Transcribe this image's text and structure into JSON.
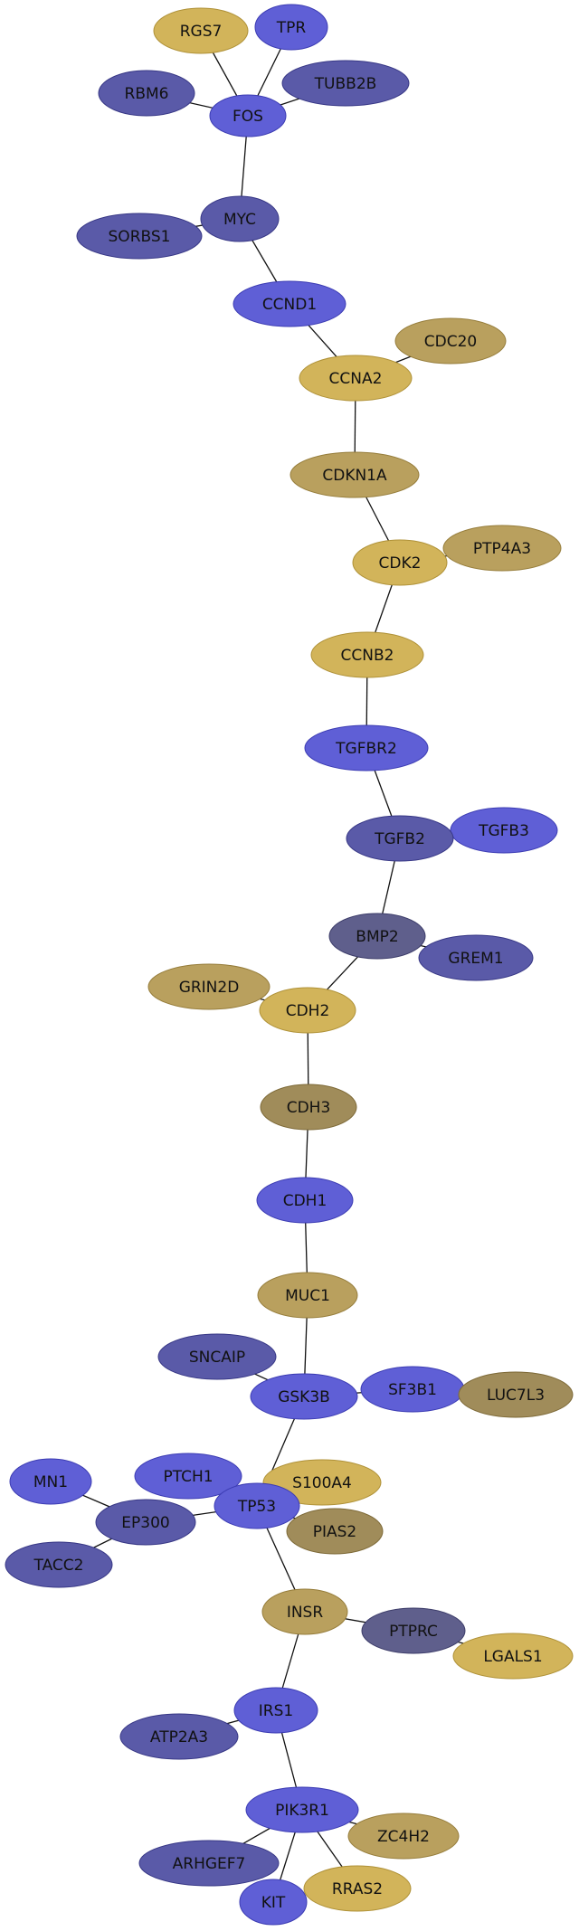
{
  "colors": {
    "blue": "#5f5fd6",
    "blue_dark": "#5a5aa8",
    "navy": "#5f5f8c",
    "gold": "#d2b45a",
    "khaki": "#b9a05e",
    "olive": "#a08c5a",
    "edge": "#111111"
  },
  "nodes": [
    {
      "id": "RGS7",
      "label": "RGS7",
      "color": "gold"
    },
    {
      "id": "TPR",
      "label": "TPR",
      "color": "blue"
    },
    {
      "id": "RBM6",
      "label": "RBM6",
      "color": "blue_dark"
    },
    {
      "id": "TUBB2B",
      "label": "TUBB2B",
      "color": "blue_dark"
    },
    {
      "id": "FOS",
      "label": "FOS",
      "color": "blue"
    },
    {
      "id": "MYC",
      "label": "MYC",
      "color": "blue_dark"
    },
    {
      "id": "SORBS1",
      "label": "SORBS1",
      "color": "blue_dark"
    },
    {
      "id": "CCND1",
      "label": "CCND1",
      "color": "blue"
    },
    {
      "id": "CDC20",
      "label": "CDC20",
      "color": "khaki"
    },
    {
      "id": "CCNA2",
      "label": "CCNA2",
      "color": "gold"
    },
    {
      "id": "CDKN1A",
      "label": "CDKN1A",
      "color": "khaki"
    },
    {
      "id": "PTP4A3",
      "label": "PTP4A3",
      "color": "khaki"
    },
    {
      "id": "CDK2",
      "label": "CDK2",
      "color": "gold"
    },
    {
      "id": "CCNB2",
      "label": "CCNB2",
      "color": "gold"
    },
    {
      "id": "TGFBR2",
      "label": "TGFBR2",
      "color": "blue"
    },
    {
      "id": "TGFB3",
      "label": "TGFB3",
      "color": "blue"
    },
    {
      "id": "TGFB2",
      "label": "TGFB2",
      "color": "blue_dark"
    },
    {
      "id": "BMP2",
      "label": "BMP2",
      "color": "navy"
    },
    {
      "id": "GREM1",
      "label": "GREM1",
      "color": "blue_dark"
    },
    {
      "id": "GRIN2D",
      "label": "GRIN2D",
      "color": "khaki"
    },
    {
      "id": "CDH2",
      "label": "CDH2",
      "color": "gold"
    },
    {
      "id": "CDH3",
      "label": "CDH3",
      "color": "olive"
    },
    {
      "id": "CDH1",
      "label": "CDH1",
      "color": "blue"
    },
    {
      "id": "MUC1",
      "label": "MUC1",
      "color": "khaki"
    },
    {
      "id": "SNCAIP",
      "label": "SNCAIP",
      "color": "blue_dark"
    },
    {
      "id": "SF3B1",
      "label": "SF3B1",
      "color": "blue"
    },
    {
      "id": "LUC7L3",
      "label": "LUC7L3",
      "color": "olive"
    },
    {
      "id": "GSK3B",
      "label": "GSK3B",
      "color": "blue"
    },
    {
      "id": "MN1",
      "label": "MN1",
      "color": "blue"
    },
    {
      "id": "PTCH1",
      "label": "PTCH1",
      "color": "blue"
    },
    {
      "id": "S100A4",
      "label": "S100A4",
      "color": "gold"
    },
    {
      "id": "EP300",
      "label": "EP300",
      "color": "blue_dark"
    },
    {
      "id": "TP53",
      "label": "TP53",
      "color": "blue"
    },
    {
      "id": "PIAS2",
      "label": "PIAS2",
      "color": "olive"
    },
    {
      "id": "TACC2",
      "label": "TACC2",
      "color": "blue_dark"
    },
    {
      "id": "INSR",
      "label": "INSR",
      "color": "khaki"
    },
    {
      "id": "PTPRC",
      "label": "PTPRC",
      "color": "navy"
    },
    {
      "id": "LGALS1",
      "label": "LGALS1",
      "color": "gold"
    },
    {
      "id": "IRS1",
      "label": "IRS1",
      "color": "blue"
    },
    {
      "id": "ATP2A3",
      "label": "ATP2A3",
      "color": "blue_dark"
    },
    {
      "id": "PIK3R1",
      "label": "PIK3R1",
      "color": "blue"
    },
    {
      "id": "ZC4H2",
      "label": "ZC4H2",
      "color": "khaki"
    },
    {
      "id": "ARHGEF7",
      "label": "ARHGEF7",
      "color": "blue_dark"
    },
    {
      "id": "RRAS2",
      "label": "RRAS2",
      "color": "gold"
    },
    {
      "id": "KIT",
      "label": "KIT",
      "color": "blue"
    }
  ],
  "edges": [
    [
      "RGS7",
      "FOS"
    ],
    [
      "TPR",
      "FOS"
    ],
    [
      "RBM6",
      "FOS"
    ],
    [
      "TUBB2B",
      "FOS"
    ],
    [
      "FOS",
      "MYC"
    ],
    [
      "SORBS1",
      "MYC"
    ],
    [
      "MYC",
      "CCND1"
    ],
    [
      "CCND1",
      "CCNA2"
    ],
    [
      "CDC20",
      "CCNA2"
    ],
    [
      "CCNA2",
      "CDKN1A"
    ],
    [
      "CDKN1A",
      "CDK2"
    ],
    [
      "PTP4A3",
      "CDK2"
    ],
    [
      "CDK2",
      "CCNB2"
    ],
    [
      "CCNB2",
      "TGFBR2"
    ],
    [
      "TGFBR2",
      "TGFB2"
    ],
    [
      "TGFB3",
      "TGFB2"
    ],
    [
      "TGFB2",
      "BMP2"
    ],
    [
      "BMP2",
      "GREM1"
    ],
    [
      "BMP2",
      "CDH2"
    ],
    [
      "GRIN2D",
      "CDH2"
    ],
    [
      "CDH2",
      "CDH3"
    ],
    [
      "CDH3",
      "CDH1"
    ],
    [
      "CDH1",
      "MUC1"
    ],
    [
      "MUC1",
      "GSK3B"
    ],
    [
      "SNCAIP",
      "GSK3B"
    ],
    [
      "GSK3B",
      "SF3B1"
    ],
    [
      "SF3B1",
      "LUC7L3"
    ],
    [
      "GSK3B",
      "TP53"
    ],
    [
      "MN1",
      "EP300"
    ],
    [
      "EP300",
      "TP53"
    ],
    [
      "TACC2",
      "EP300"
    ],
    [
      "PTCH1",
      "TP53"
    ],
    [
      "S100A4",
      "TP53"
    ],
    [
      "PIAS2",
      "TP53"
    ],
    [
      "TP53",
      "INSR"
    ],
    [
      "INSR",
      "PTPRC"
    ],
    [
      "PTPRC",
      "LGALS1"
    ],
    [
      "INSR",
      "IRS1"
    ],
    [
      "ATP2A3",
      "IRS1"
    ],
    [
      "IRS1",
      "PIK3R1"
    ],
    [
      "PIK3R1",
      "ZC4H2"
    ],
    [
      "PIK3R1",
      "ARHGEF7"
    ],
    [
      "PIK3R1",
      "KIT"
    ],
    [
      "PIK3R1",
      "RRAS2"
    ]
  ]
}
